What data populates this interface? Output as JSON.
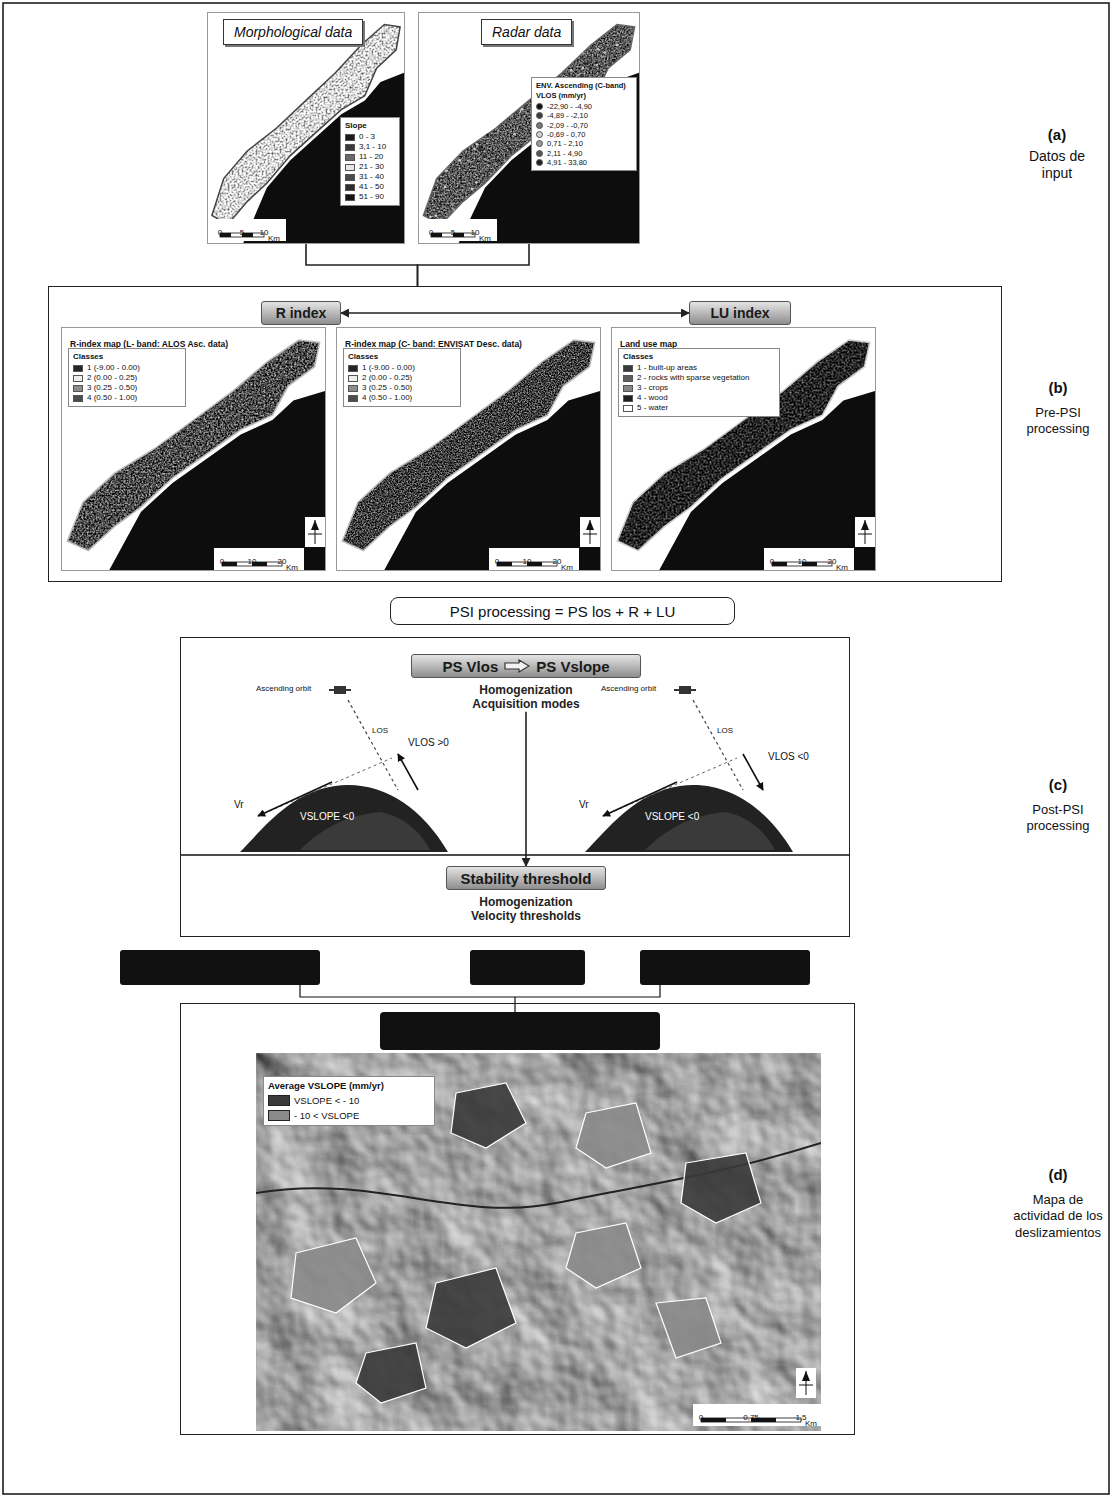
{
  "diagram": {
    "nodes": [
      {
        "text": [
          "Morphological data"
        ]
      },
      {
        "text": [
          "Radar data"
        ]
      },
      {
        "text": [
          "(b)",
          "Pre-PSI processing"
        ]
      },
      {
        "text": [
          "R index"
        ],
        "in": 2
      },
      {
        "text": [
          "LU index"
        ],
        "in": 2
      },
      {
        "text": [
          "R-index map (L- band: ALOS Asc. data)"
        ],
        "in": 2
      },
      {
        "text": [
          "R-index map (C- band: ENVISAT Desc. data)"
        ],
        "in": 2
      },
      {
        "text": [
          "Land use map"
        ],
        "in": 2
      },
      {
        "text": [
          "PSI processing = PS los + R + LU"
        ]
      },
      {
        "text": [
          "(c)",
          "Post-PSI processing"
        ]
      },
      {
        "text": [
          "PS Vlos",
          "PS Vslope",
          "Homogenization Acquisition modes"
        ],
        "in": 9
      },
      {
        "text": [
          "Stability threshold",
          "Homogenization Velocity thresholds"
        ],
        "in": 9
      },
      {
        "text": [
          "(d)",
          "Mapa de actividad de los deslizamientos"
        ]
      }
    ],
    "edges": [
      {
        "from": 0,
        "to": 2,
        "arrow": "none"
      },
      {
        "from": 1,
        "to": 2,
        "arrow": "none"
      },
      {
        "from": 3,
        "to": 4,
        "arrow": "both"
      },
      {
        "from": 10,
        "to": 11,
        "arrow": "to"
      }
    ],
    "labels": [
      "(a)",
      "Datos de input",
      "Slope",
      "0",
      "5",
      "10",
      "Km",
      "ENV. Ascending (C-band)",
      "VLOS (mm/yr)",
      "0",
      "5",
      "10",
      "Km",
      "Classes",
      "0",
      "10",
      "20",
      "Km",
      "Classes",
      "0",
      "10",
      "20",
      "Km",
      "Classes",
      "0",
      "10",
      "20",
      "Km",
      "Ascending orbit",
      "LOS",
      "VLOS >0",
      "Vr",
      "VSLOPE <0",
      "Ascending orbit",
      "LOS",
      "VLOS <0",
      "Vr",
      "VSLOPE <0",
      "Average VSLOPE (mm/yr)",
      "0",
      "0,75",
      "1,5",
      "Km"
    ],
    "legend": [
      {
        "text": "0 - 3",
        "color": "#1c1c1c"
      },
      {
        "text": "3,1 - 10",
        "color": "#3a3a3a"
      },
      {
        "text": "11 - 20",
        "color": "#6a6a6a"
      },
      {
        "text": "21 - 30",
        "color": "#e6e6e6"
      },
      {
        "text": "31 - 40",
        "color": "#4a4a4a"
      },
      {
        "text": "41 - 50",
        "color": "#2e2e2e"
      },
      {
        "text": "51 - 90",
        "color": "#141414"
      },
      {
        "text": "-22,90 - -4,90",
        "color": "#111111"
      },
      {
        "text": "-4,89 - -2,10",
        "color": "#3d3d3d"
      },
      {
        "text": "-2,09 - -0,70",
        "color": "#777777"
      },
      {
        "text": "-0,69 - 0,70",
        "color": "#d0d0d0"
      },
      {
        "text": "0,71 - 2,10",
        "color": "#999999"
      },
      {
        "text": "2,11 - 4,90",
        "color": "#555555"
      },
      {
        "text": "4,91 - 33,80",
        "color": "#222222"
      },
      {
        "text": "1 (-9.00 - 0.00)",
        "color": "#262626"
      },
      {
        "text": "2 (0.00 - 0.25)",
        "color": "#eeeeee"
      },
      {
        "text": "3 (0.25 - 0.50)",
        "color": "#8c8c8c"
      },
      {
        "text": "4 (0.50 - 1.00)",
        "color": "#4d4d4d"
      },
      {
        "text": "1 (-9.00 - 0.00)",
        "color": "#262626"
      },
      {
        "text": "2 (0.00 - 0.25)",
        "color": "#eeeeee"
      },
      {
        "text": "3 (0.25 - 0.50)",
        "color": "#8c8c8c"
      },
      {
        "text": "4 (0.50 - 1.00)",
        "color": "#4d4d4d"
      },
      {
        "text": "1 - built-up areas",
        "color": "#3b3b3b"
      },
      {
        "text": "2 - rocks with sparse vegetation",
        "color": "#5e5e5e"
      },
      {
        "text": "3 - crops",
        "color": "#858585"
      },
      {
        "text": "4 - wood",
        "color": "#1f1f1f"
      },
      {
        "text": "5 - water",
        "color": "#ffffff"
      },
      {
        "text": "VSLOPE < - 10",
        "color": "#3a3a3a"
      },
      {
        "text": "- 10 < VSLOPE",
        "color": "#8a8a8a"
      }
    ]
  }
}
